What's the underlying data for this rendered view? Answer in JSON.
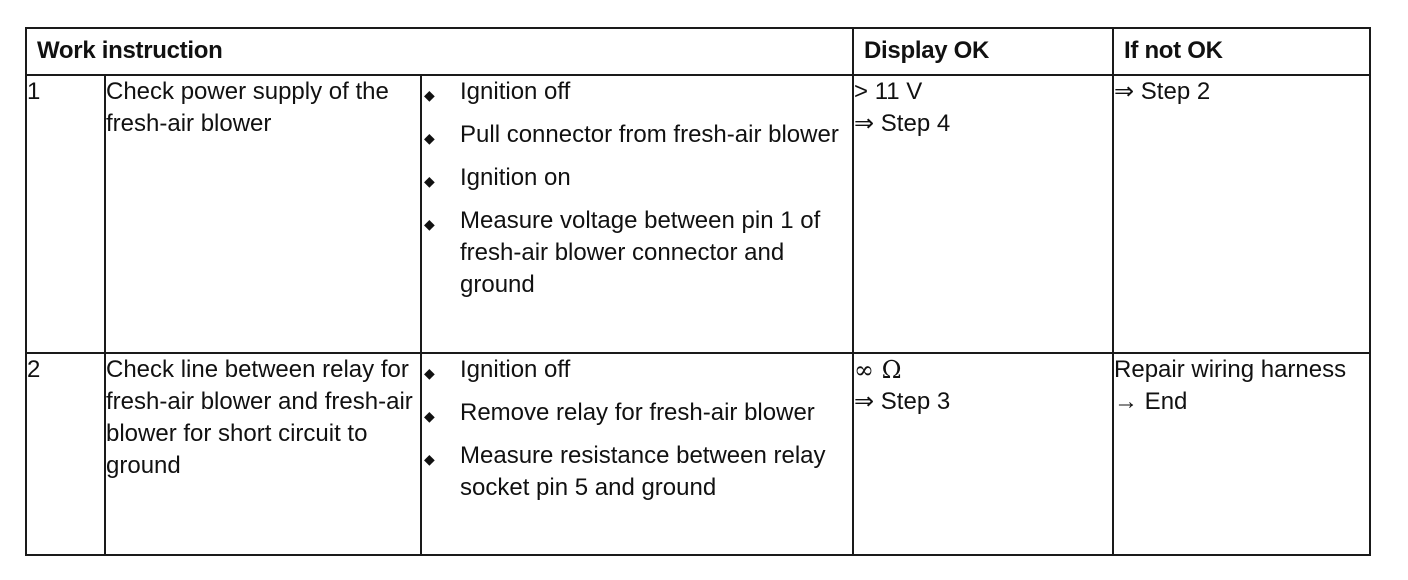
{
  "header": {
    "work_instruction": "Work instruction",
    "display_ok": "Display OK",
    "if_not_ok": "If not OK"
  },
  "rows": [
    {
      "number": "1",
      "description": "Check power supply of the fresh-air blower",
      "steps": [
        "Ignition off",
        "Pull connector from fresh-air blower",
        "Ignition on",
        "Measure voltage between pin 1 of fresh-air blower connector and ground"
      ],
      "display_ok": [
        "> 11 V",
        "⇒ Step 4"
      ],
      "if_not_ok": [
        "⇒ Step 2"
      ]
    },
    {
      "number": "2",
      "description": "Check line between relay for fresh-air blower and fresh-air blower for short circuit to ground",
      "steps": [
        "Ignition off",
        "Remove relay for fresh-air blower",
        "Measure resistance between relay socket pin 5 and ground"
      ],
      "display_ok": [
        "∞ Ω",
        "⇒ Step 3"
      ],
      "if_not_ok": [
        "Repair wiring harness",
        "→ End"
      ]
    }
  ],
  "icons": {
    "bullet": "diamond-bullet-icon"
  }
}
